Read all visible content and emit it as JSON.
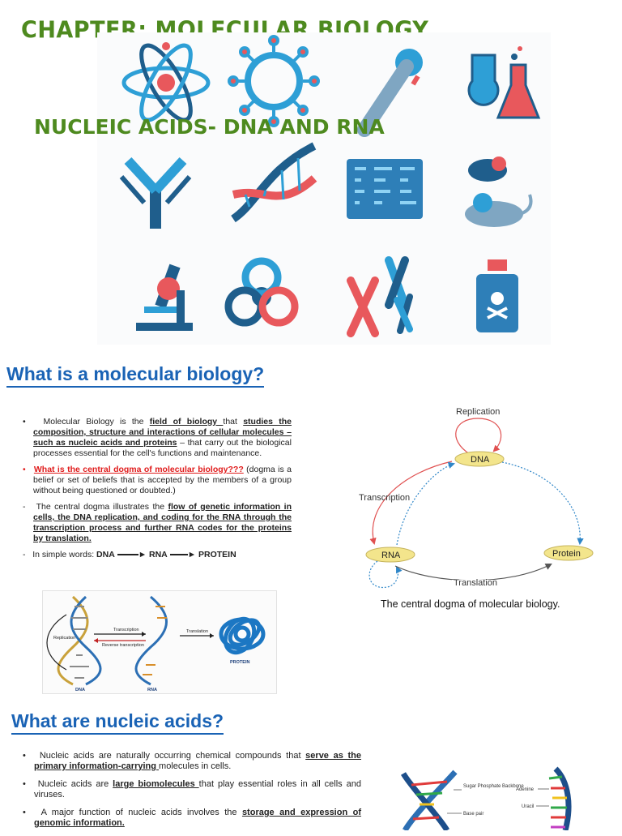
{
  "header": {
    "chapter_title": "CHAPTER: MOLECULAR BIOLOGY",
    "subtitle": "NUCLEIC ACIDS- DNA AND RNA"
  },
  "icons": [
    "atom-icon",
    "virus-icon",
    "test-tube-icon",
    "flasks-icon",
    "antibody-icon",
    "dna-helix-icon",
    "gel-electrophoresis-icon",
    "lab-mice-icon",
    "microscope-icon",
    "biohazard-icon",
    "chromosomes-icon",
    "poison-bottle-icon"
  ],
  "section1": {
    "heading": "What is a molecular biology?",
    "p1": {
      "a": "Molecular Biology is the ",
      "b": "field of biology ",
      "c": "that ",
      "d": "studies the composition, structure and interactions of cellular molecules – such as nucleic acids and proteins",
      "e": " – that carry out the biological processes essential for the cell's functions and maintenance."
    },
    "p2": {
      "a": "What is the central dogma of molecular biology???",
      "b": " (dogma is a belief or set of beliefs that is accepted by the members of a group without being questioned or doubted.)"
    },
    "p3": {
      "a": "The central dogma illustrates the ",
      "b": "flow of genetic information in cells, the DNA replication, and coding for the RNA through the transcription process and further RNA codes for the proteins by translation."
    },
    "p4": {
      "a": "In simple words: ",
      "dna": "DNA",
      "rna": "RNA",
      "protein": "PROTEIN"
    }
  },
  "small_diagram": {
    "replication": "Replication",
    "transcription": "Transcription",
    "reverse_transcription": "Reverse transcription",
    "translation": "Translation",
    "dna": "DNA",
    "rna": "RNA",
    "protein": "PROTEIN"
  },
  "dogma_diagram": {
    "replication": "Replication",
    "transcription": "Transcription",
    "translation": "Translation",
    "dna": "DNA",
    "rna": "RNA",
    "protein": "Protein",
    "caption": "The central dogma of molecular biology."
  },
  "section2": {
    "heading": "What are nucleic acids?",
    "p1": {
      "a": "Nucleic acids are naturally occurring chemical compounds that ",
      "b": "serve as the primary information-carrying ",
      "c": "molecules in cells."
    },
    "p2": {
      "a": "Nucleic acids are ",
      "b": "large biomolecules ",
      "c": "that play essential roles in all cells and viruses."
    },
    "p3": {
      "a": "A major function of nucleic acids involves the ",
      "b": "storage and expression of genomic information."
    }
  },
  "bottom_diagram": {
    "sugar_phosphate": "Sugar Phosphate Backbone",
    "base_pair": "Base pair",
    "adenine": "Adenine",
    "uracil": "Uracil"
  },
  "colors": {
    "title_green": "#4e8a1f",
    "heading_blue": "#1a63b5",
    "icon_blue": "#2e9fd6",
    "icon_red": "#e8585c",
    "icon_navy": "#1f5e8c",
    "node_yellow": "#f3e58c",
    "red_text": "#e01b1b"
  }
}
